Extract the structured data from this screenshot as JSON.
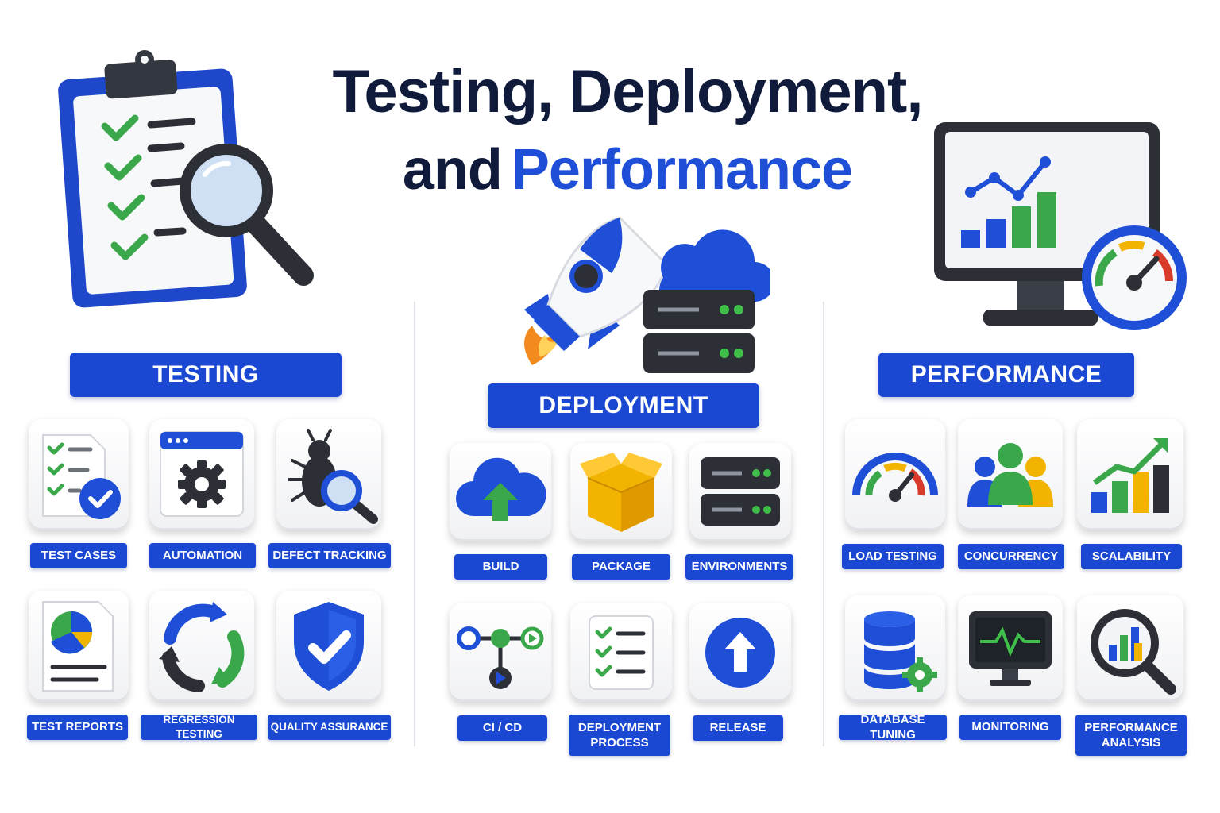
{
  "title": {
    "line1": "Testing, Deployment,",
    "line2_prefix": "and",
    "line2_accent": "Performance"
  },
  "sections": {
    "testing": {
      "header": "TESTING",
      "items": [
        "TEST CASES",
        "AUTOMATION",
        "DEFECT TRACKING",
        "TEST REPORTS",
        "REGRESSION TESTING",
        "QUALITY ASSURANCE"
      ]
    },
    "deployment": {
      "header": "DEPLOYMENT",
      "items": [
        "BUILD",
        "PACKAGE",
        "ENVIRONMENTS",
        "CI / CD",
        "DEPLOYMENT PROCESS",
        "RELEASE"
      ]
    },
    "performance": {
      "header": "PERFORMANCE",
      "items": [
        "LOAD TESTING",
        "CONCURRENCY",
        "SCALABILITY",
        "DATABASE TUNING",
        "MONITORING",
        "PERFORMANCE ANALYSIS"
      ]
    }
  },
  "colors": {
    "brand_blue": "#1a48d2",
    "title_navy": "#101a3a",
    "check_green": "#3aa84a",
    "accent_yellow": "#f2b400"
  },
  "icons": {
    "hero": [
      "clipboard-magnifier-icon",
      "rocket-cloud-server-icon",
      "monitor-chart-gauge-icon"
    ],
    "testing": [
      "checklist-icon",
      "browser-gear-icon",
      "bug-magnifier-icon",
      "report-pie-icon",
      "cycle-arrows-icon",
      "shield-check-icon"
    ],
    "deployment": [
      "cloud-upload-icon",
      "box-icon",
      "server-stack-icon",
      "pipeline-icon",
      "checklist-icon",
      "up-arrow-circle-icon"
    ],
    "performance": [
      "speedometer-icon",
      "users-group-icon",
      "growth-chart-icon",
      "database-gear-icon",
      "monitor-pulse-icon",
      "magnifier-chart-icon"
    ]
  }
}
